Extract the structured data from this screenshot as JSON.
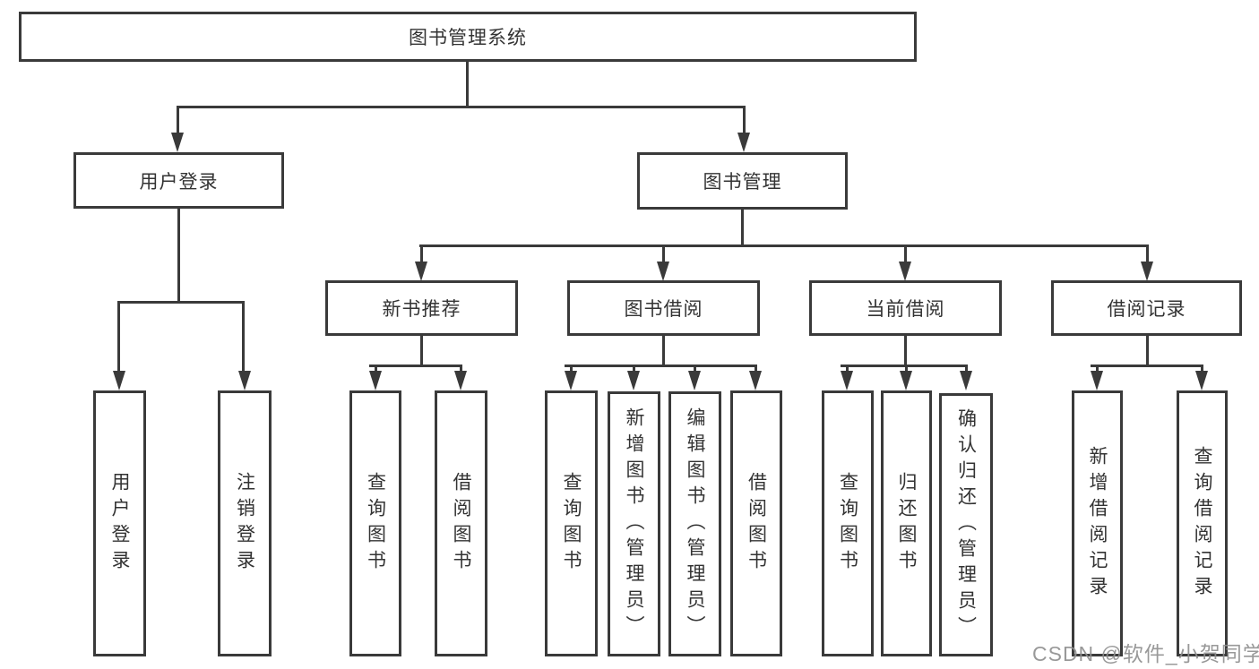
{
  "diagram_title": "图书管理系统",
  "nodes": {
    "root": "图书管理系统",
    "user_login": "用户登录",
    "book_mgmt": "图书管理",
    "new_book_rec": "新书推荐",
    "book_borrow": "图书借阅",
    "current_borrow": "当前借阅",
    "borrow_records": "借阅记录",
    "user_login_children": [
      "用户登录",
      "注销登录"
    ],
    "new_book_rec_children": [
      "查询图书",
      "借阅图书"
    ],
    "book_borrow_children": [
      "查询图书",
      "新增图书（管理员）",
      "编辑图书（管理员）",
      "借阅图书"
    ],
    "current_borrow_children": [
      "查询图书",
      "归还图书",
      "确认归还（管理员）"
    ],
    "borrow_records_children": [
      "新增借阅记录",
      "查询借阅记录"
    ]
  },
  "watermark": "CSDN @软件_小贺同学",
  "colors": {
    "line": "#3a3a3a",
    "text": "#333333",
    "watermark": "#8f8f8f",
    "background": "#ffffff"
  }
}
